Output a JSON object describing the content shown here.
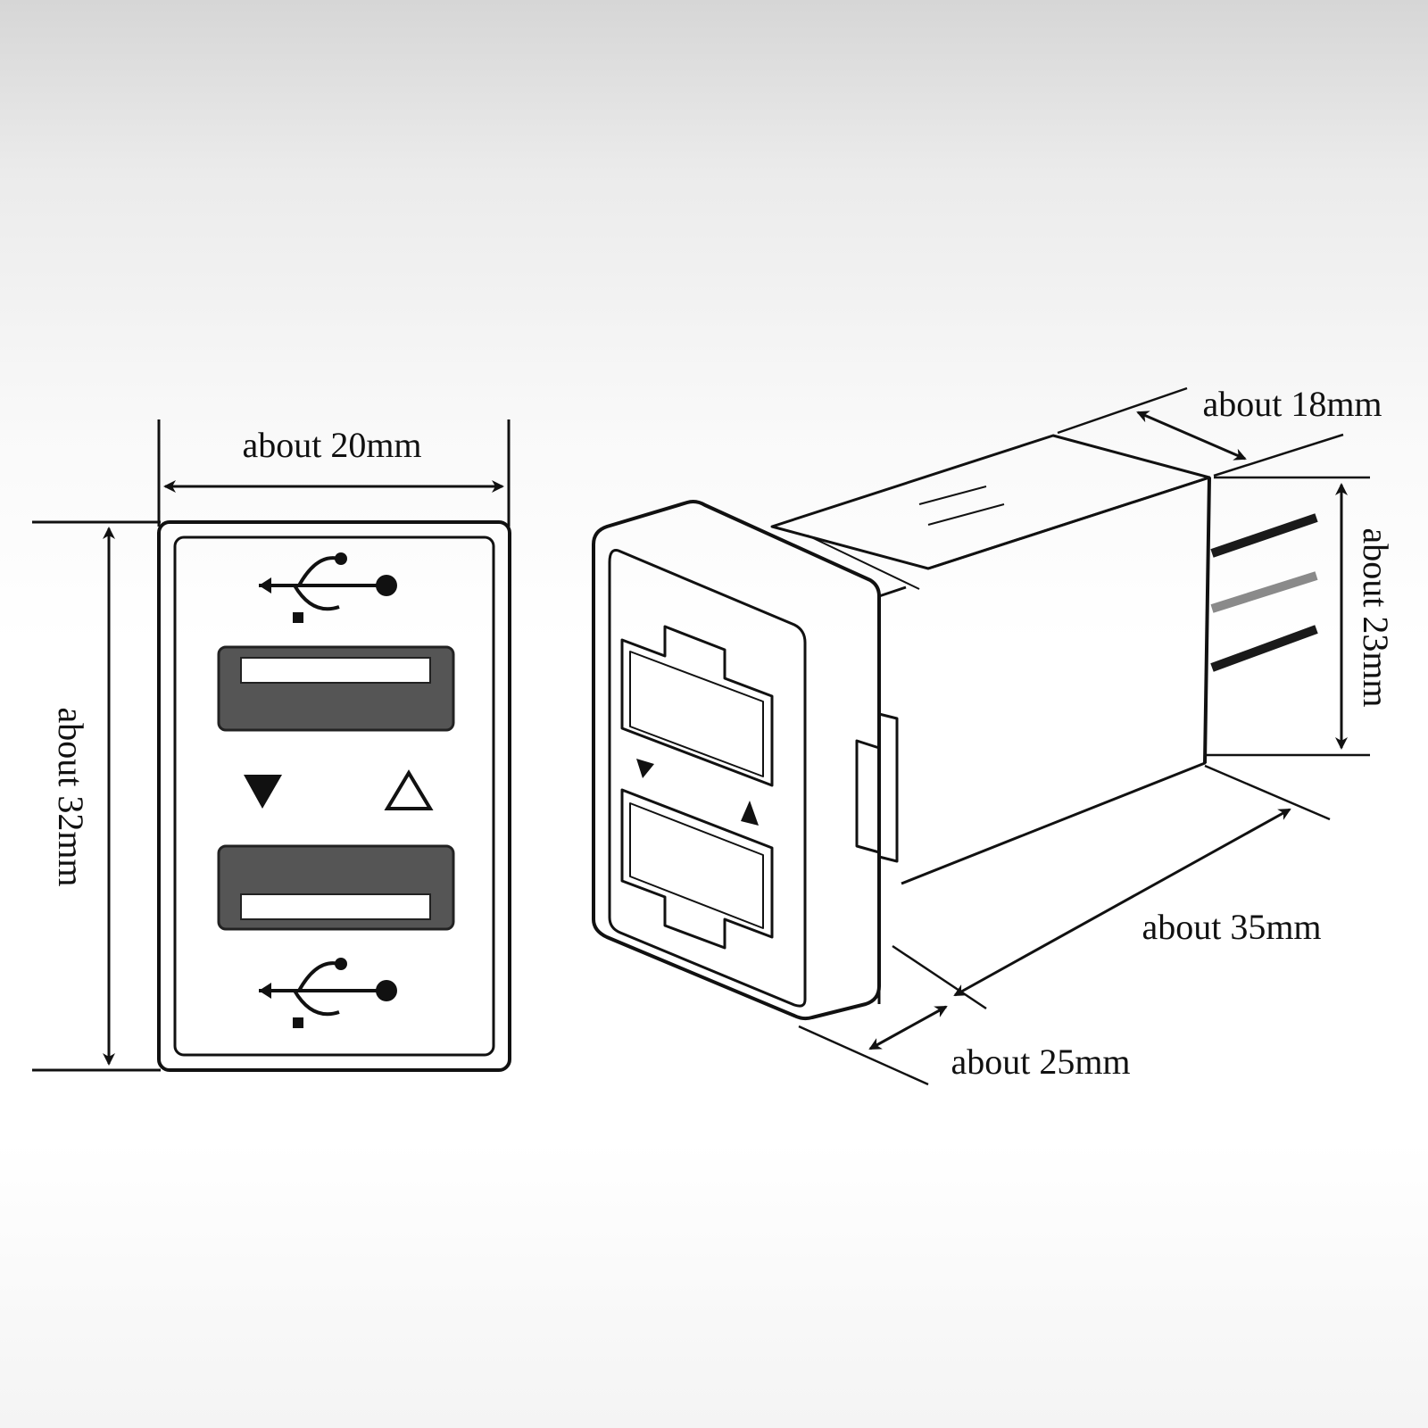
{
  "front_view": {
    "width_label": "about 20mm",
    "height_label": "about 32mm",
    "port_top": "usb-a-port",
    "port_bottom": "usb-a-port",
    "icons": [
      "usb-icon",
      "down-triangle-icon",
      "up-triangle-icon",
      "usb-icon"
    ]
  },
  "iso_view": {
    "depth_top_label": "about 18mm",
    "height_label": "about 23mm",
    "length_label": "about 35mm",
    "width_bottom_label": "about 25mm"
  },
  "colors": {
    "line": "#111111",
    "port_fill": "#555555",
    "port_slot": "#ffffff",
    "wire_black": "#1a1a1a",
    "wire_gray": "#8a8a8a"
  }
}
